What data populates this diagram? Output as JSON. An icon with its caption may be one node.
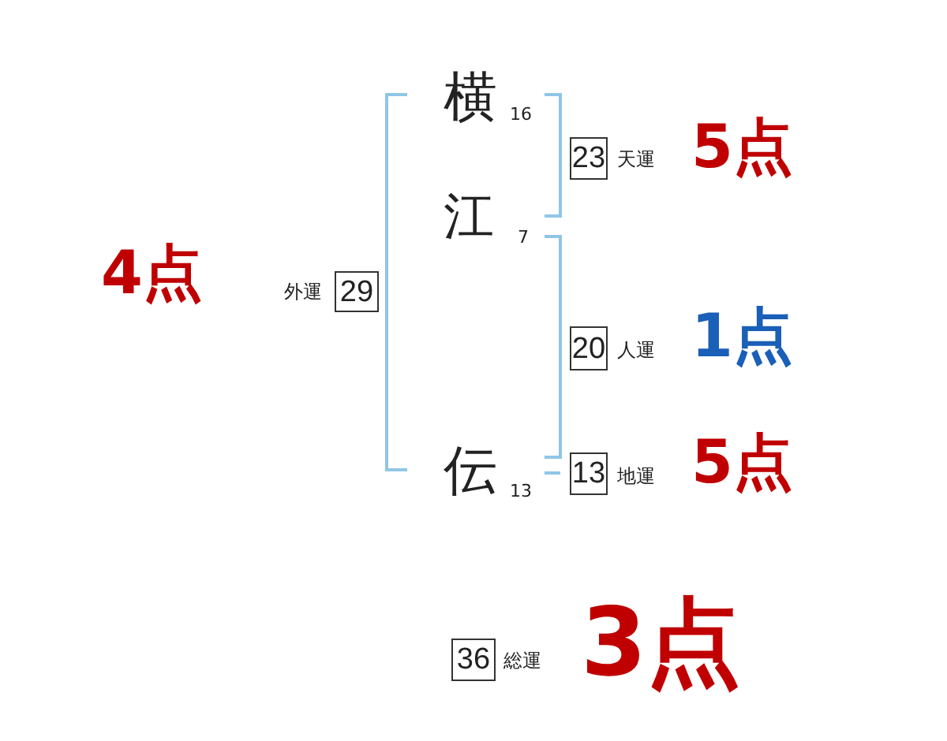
{
  "diagram": {
    "nodes": [
      {
        "text": [
          "23"
        ],
        "beside": [
          "天運",
          "5点"
        ]
      },
      {
        "text": [
          "29"
        ],
        "beside": [
          "外運",
          "4点"
        ]
      },
      {
        "text": [
          "20"
        ],
        "beside": [
          "人運",
          "1点"
        ]
      },
      {
        "text": [
          "13"
        ],
        "beside": [
          "地運",
          "5点"
        ]
      },
      {
        "text": [
          "36"
        ],
        "beside": [
          "総運",
          "3点"
        ]
      }
    ],
    "labels": [
      "横",
      "16",
      "江",
      "7",
      "伝",
      "13"
    ]
  }
}
